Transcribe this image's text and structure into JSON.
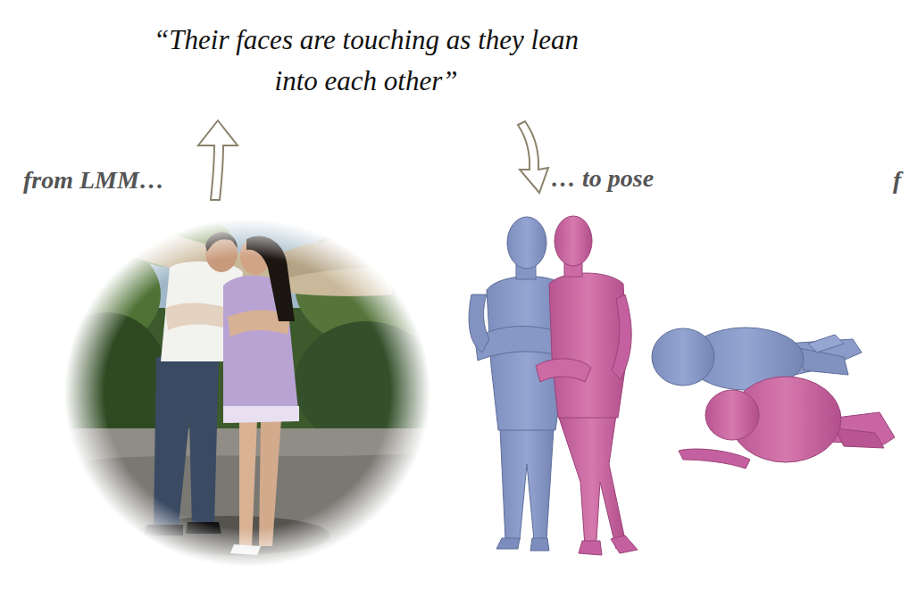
{
  "diagram": {
    "labels": [
      "“Their faces are touching as they lean into each other”",
      "from LMM…",
      "… to pose",
      "f"
    ]
  }
}
